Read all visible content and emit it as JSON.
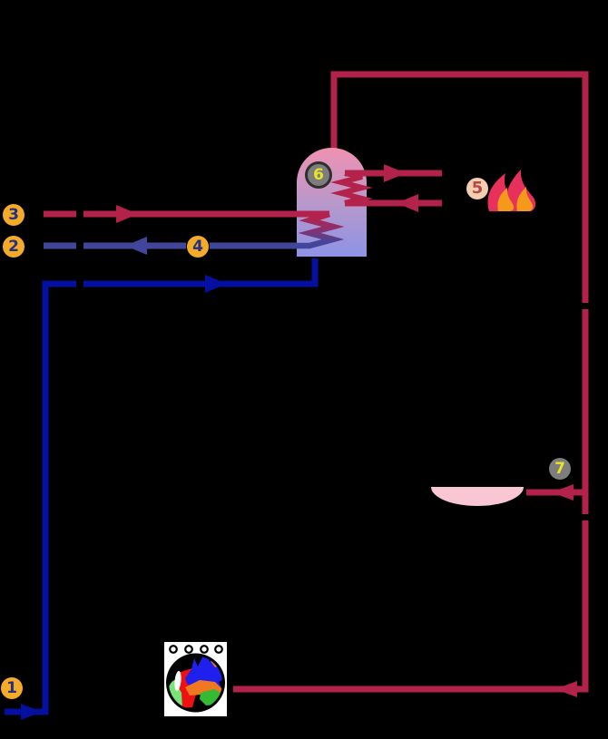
{
  "markers": {
    "m1": {
      "label": "1"
    },
    "m2": {
      "label": "2"
    },
    "m3": {
      "label": "3"
    },
    "m4": {
      "label": "4"
    },
    "m5": {
      "label": "5"
    },
    "m6": {
      "label": "6"
    },
    "m7": {
      "label": "7"
    }
  },
  "colors": {
    "background": "#000000",
    "hot_pipe_crimson": "#b3224b",
    "return_pipe_blue": "#41469b",
    "cold_pipe_navy": "#050fa0",
    "marker_amber": "#f5ab27",
    "marker_digit_navy": "#243085",
    "marker_gray": "#7d7d7d",
    "marker_digit_yellow": "#e8e428",
    "marker_peach": "#f2cdb0",
    "marker_digit_red": "#b54949",
    "tank_gradient_top": "#ef92b2",
    "tank_gradient_bottom": "#8e93e6",
    "basin_pink": "#f9c6d3",
    "flame_outer": "#e8305c",
    "flame_inner": "#f4991c",
    "washer_body": "#ffffff",
    "laundry_blue": "#1f1fee",
    "laundry_red": "#ee1111",
    "laundry_orange": "#f07820",
    "laundry_green_light": "#77e577",
    "laundry_green": "#33bb33"
  },
  "icons": {
    "flame": "flame-icon",
    "storage_tank": "storage-tank",
    "basin": "wash-basin-icon",
    "washing_machine": "washing-machine-icon",
    "arrows": "flow-arrow"
  }
}
